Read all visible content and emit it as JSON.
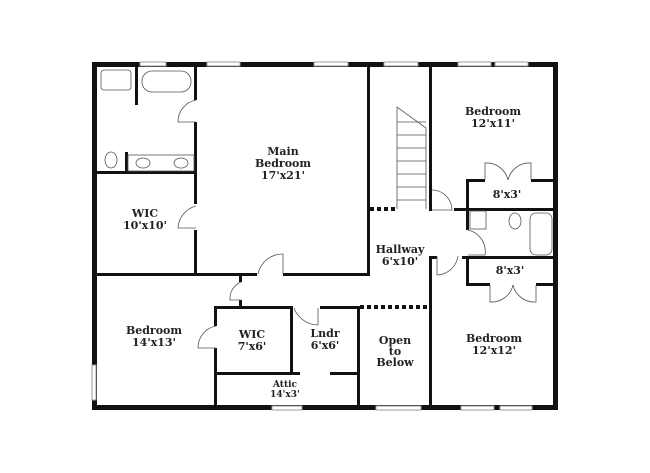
{
  "rooms": {
    "main_bedroom": {
      "name1": "Main",
      "name2": "Bedroom",
      "size": "17'x21'"
    },
    "wic_main": {
      "name": "WIC",
      "size": "10'x10'"
    },
    "bedroom_ne": {
      "name": "Bedroom",
      "size": "12'x11'"
    },
    "closet_ne": {
      "size": "8'x3'"
    },
    "closet_se": {
      "size": "8'x3'"
    },
    "hallway": {
      "name": "Hallway",
      "size": "6'x10'"
    },
    "bedroom_sw": {
      "name": "Bedroom",
      "size": "14'x13'"
    },
    "wic_sw": {
      "name": "WIC",
      "size": "7'x6'"
    },
    "laundry": {
      "name": "Lndr",
      "size": "6'x6'"
    },
    "open_below": {
      "l1": "Open",
      "l2": "to",
      "l3": "Below"
    },
    "bedroom_se": {
      "name": "Bedroom",
      "size": "12'x12'"
    },
    "attic": {
      "name": "Attic",
      "size": "14'x3'"
    }
  }
}
